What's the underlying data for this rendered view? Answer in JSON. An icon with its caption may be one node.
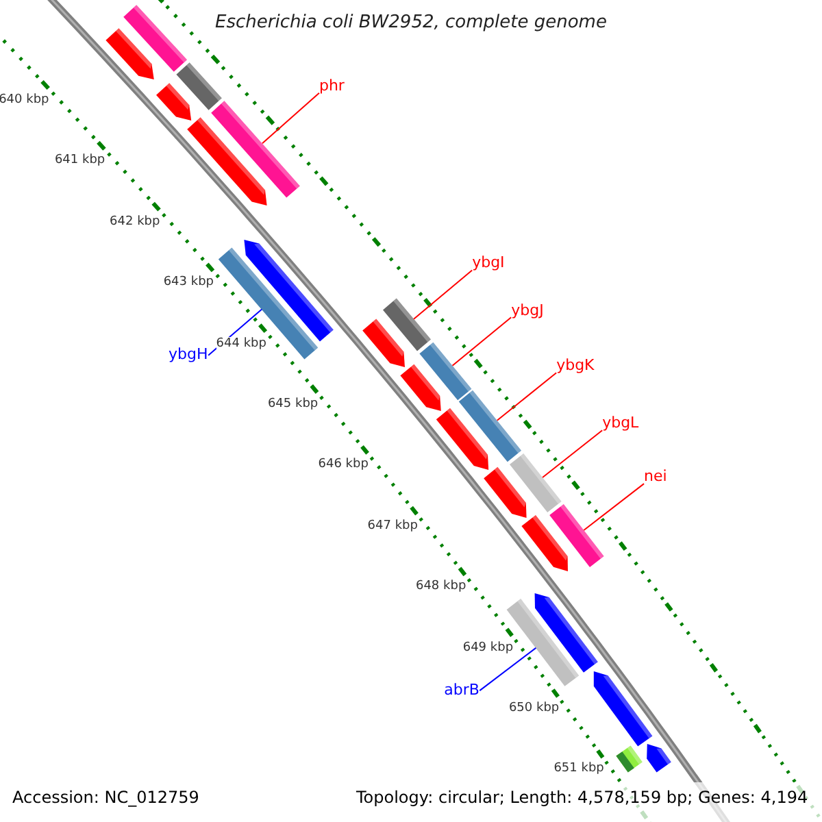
{
  "diagram": {
    "title": "Escherichia coli BW2952, complete genome",
    "nodes": [
      {
        "text": [
          "phr"
        ]
      },
      {
        "text": [],
        "shape": "bar"
      },
      {
        "text": [
          "ybgH"
        ]
      },
      {
        "text": [],
        "shape": "bar"
      },
      {
        "text": [
          "ybgI"
        ]
      },
      {
        "text": [],
        "shape": "bar"
      },
      {
        "text": [
          "ybgJ"
        ]
      },
      {
        "text": [],
        "shape": "bar"
      },
      {
        "text": [
          "ybgK"
        ]
      },
      {
        "text": [],
        "shape": "bar"
      },
      {
        "text": [
          "ybgL"
        ]
      },
      {
        "text": [],
        "shape": "bar"
      },
      {
        "text": [
          "nei"
        ]
      },
      {
        "text": [],
        "shape": "bar"
      },
      {
        "text": [
          "abrB"
        ]
      },
      {
        "text": [],
        "shape": "bar"
      },
      {
        "text": [],
        "shape": "bar"
      },
      {
        "text": [],
        "shape": "pentagon"
      },
      {
        "text": [],
        "shape": "bar"
      },
      {
        "text": [],
        "shape": "pentagon"
      },
      {
        "text": [],
        "shape": "pentagon"
      },
      {
        "text": [],
        "shape": "pentagon"
      },
      {
        "text": [],
        "shape": "pentagon"
      },
      {
        "text": [],
        "shape": "pentagon"
      },
      {
        "text": [],
        "shape": "pentagon"
      },
      {
        "text": [],
        "shape": "pentagon"
      },
      {
        "text": [],
        "shape": "pentagon"
      },
      {
        "text": [],
        "shape": "pentagon"
      },
      {
        "text": [],
        "shape": "pentagon"
      },
      {
        "text": [],
        "shape": "pentagon"
      },
      {
        "text": [],
        "shape": "bar"
      }
    ],
    "edges": [
      {
        "from": 0,
        "to": 1,
        "arrow": "none"
      },
      {
        "from": 2,
        "to": 3,
        "arrow": "none",
        "color": "#0000ff"
      },
      {
        "from": 4,
        "to": 5,
        "arrow": "none"
      },
      {
        "from": 6,
        "to": 7,
        "arrow": "none"
      },
      {
        "from": 8,
        "to": 9,
        "arrow": "none"
      },
      {
        "from": 10,
        "to": 11,
        "arrow": "none"
      },
      {
        "from": 12,
        "to": 13,
        "arrow": "none"
      },
      {
        "from": 14,
        "to": 15,
        "arrow": "none",
        "color": "#0000ff"
      }
    ],
    "labels": [
      "640 kbp",
      "641 kbp",
      "642 kbp",
      "643 kbp",
      "644 kbp",
      "645 kbp",
      "646 kbp",
      "647 kbp",
      "648 kbp",
      "649 kbp",
      "650 kbp",
      "651 kbp",
      "Accession: NC_012759",
      "Topology: circular; Length: 4,578,159 bp; Genes: 4,194"
    ]
  }
}
